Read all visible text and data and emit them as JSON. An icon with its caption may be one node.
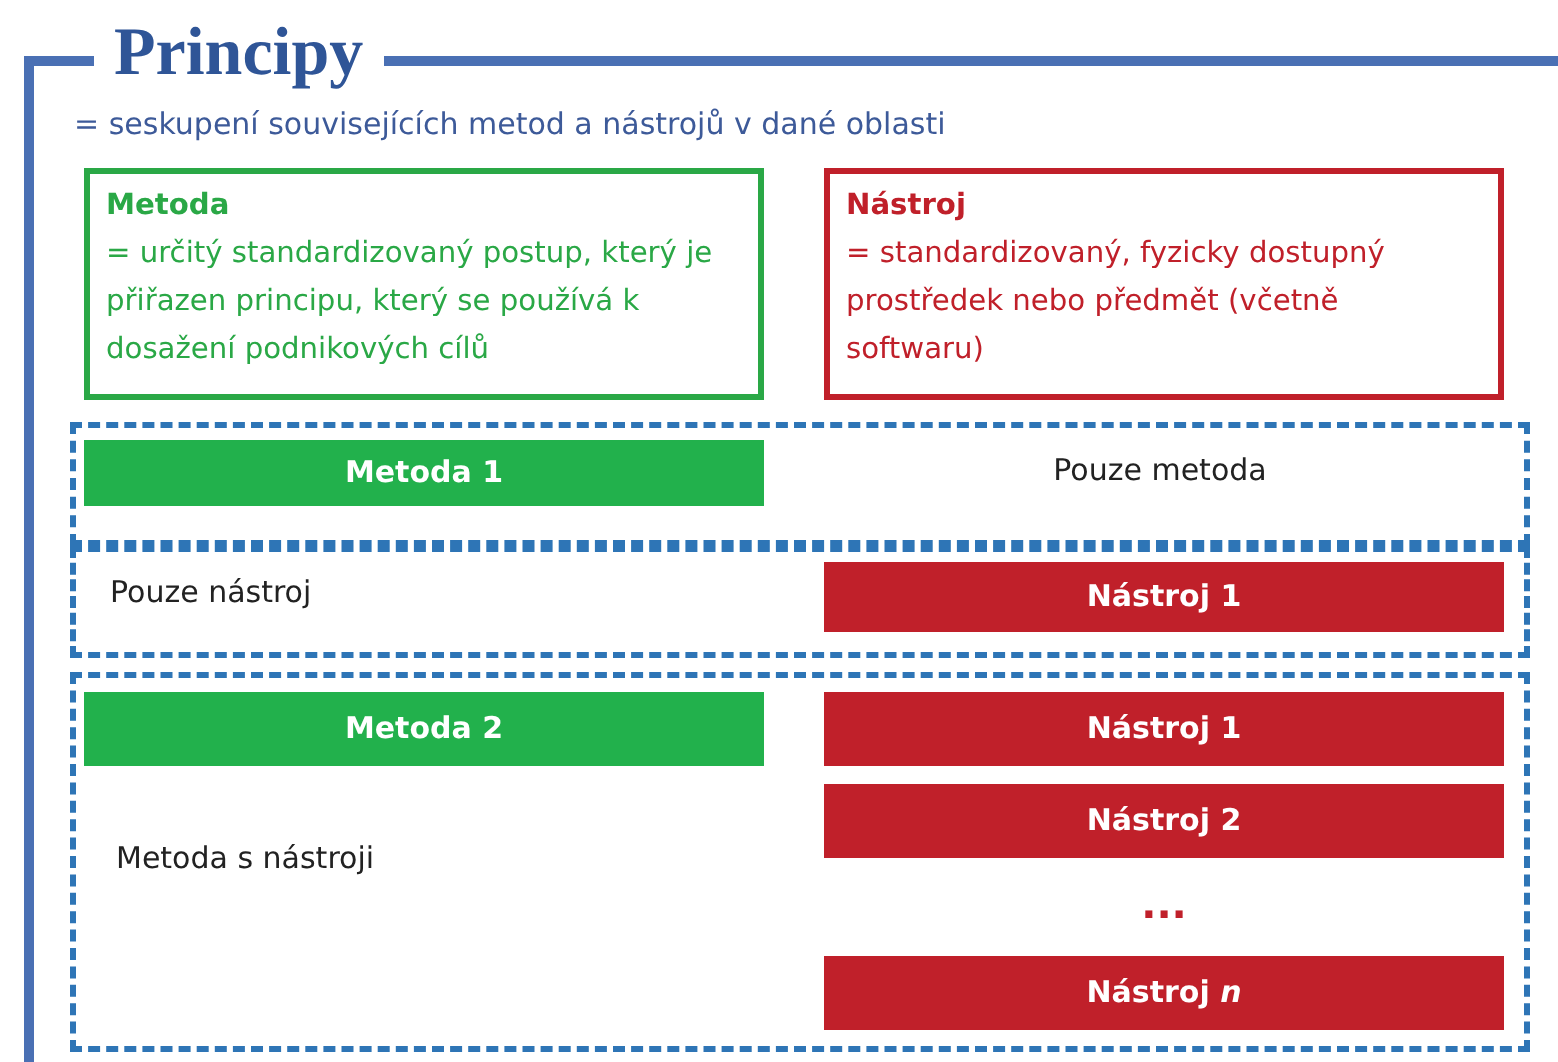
{
  "diagram": {
    "nodes": [
      {
        "text": [
          "Principy",
          "= seskupení souvisejících metod a nástrojů v dané oblasti"
        ]
      },
      {
        "text": [
          "Metoda",
          "= určitý standardizovaný postup, který je přiřazen principu, který se používá k dosažení podnikových cílů"
        ],
        "in": 0
      },
      {
        "text": [
          "Nástroj",
          "= standardizovaný, fyzicky dostupný prostředek nebo předmět (včetně softwaru)"
        ],
        "in": 0
      },
      {
        "text": [],
        "shape": "box",
        "in": 0
      },
      {
        "text": [
          "Metoda 1"
        ],
        "in": 3
      },
      {
        "text": [],
        "shape": "box",
        "in": 0
      },
      {
        "text": [
          "Nástroj 1"
        ],
        "in": 5
      },
      {
        "text": [],
        "shape": "box",
        "in": 0
      },
      {
        "text": [
          "Metoda 2"
        ],
        "in": 7
      },
      {
        "text": [
          "Nástroj 1"
        ],
        "in": 7
      },
      {
        "text": [
          "Nástroj 2"
        ],
        "in": 7
      },
      {
        "text": [
          "Nástroj *n*"
        ],
        "in": 7
      }
    ],
    "edges": [],
    "labels": [
      "Pouze metoda",
      "Pouze nástroj",
      "Metoda s nástroji",
      "..."
    ]
  }
}
